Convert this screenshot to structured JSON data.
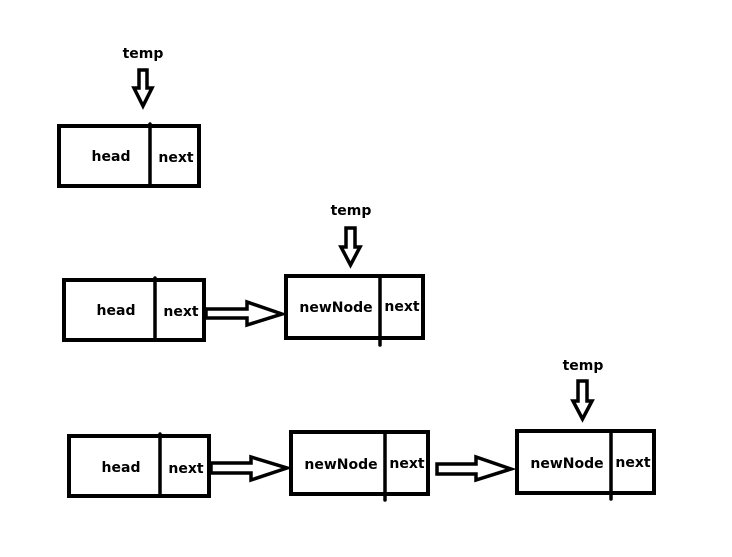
{
  "diagram": {
    "rows": [
      {
        "pointer": "temp",
        "nodes": [
          {
            "data": "head",
            "next": "next"
          }
        ]
      },
      {
        "pointer": "temp",
        "nodes": [
          {
            "data": "head",
            "next": "next"
          },
          {
            "data": "newNode",
            "next": "next"
          }
        ]
      },
      {
        "pointer": "temp",
        "nodes": [
          {
            "data": "head",
            "next": "next"
          },
          {
            "data": "newNode",
            "next": "next"
          },
          {
            "data": "newNode",
            "next": "next"
          }
        ]
      }
    ]
  }
}
